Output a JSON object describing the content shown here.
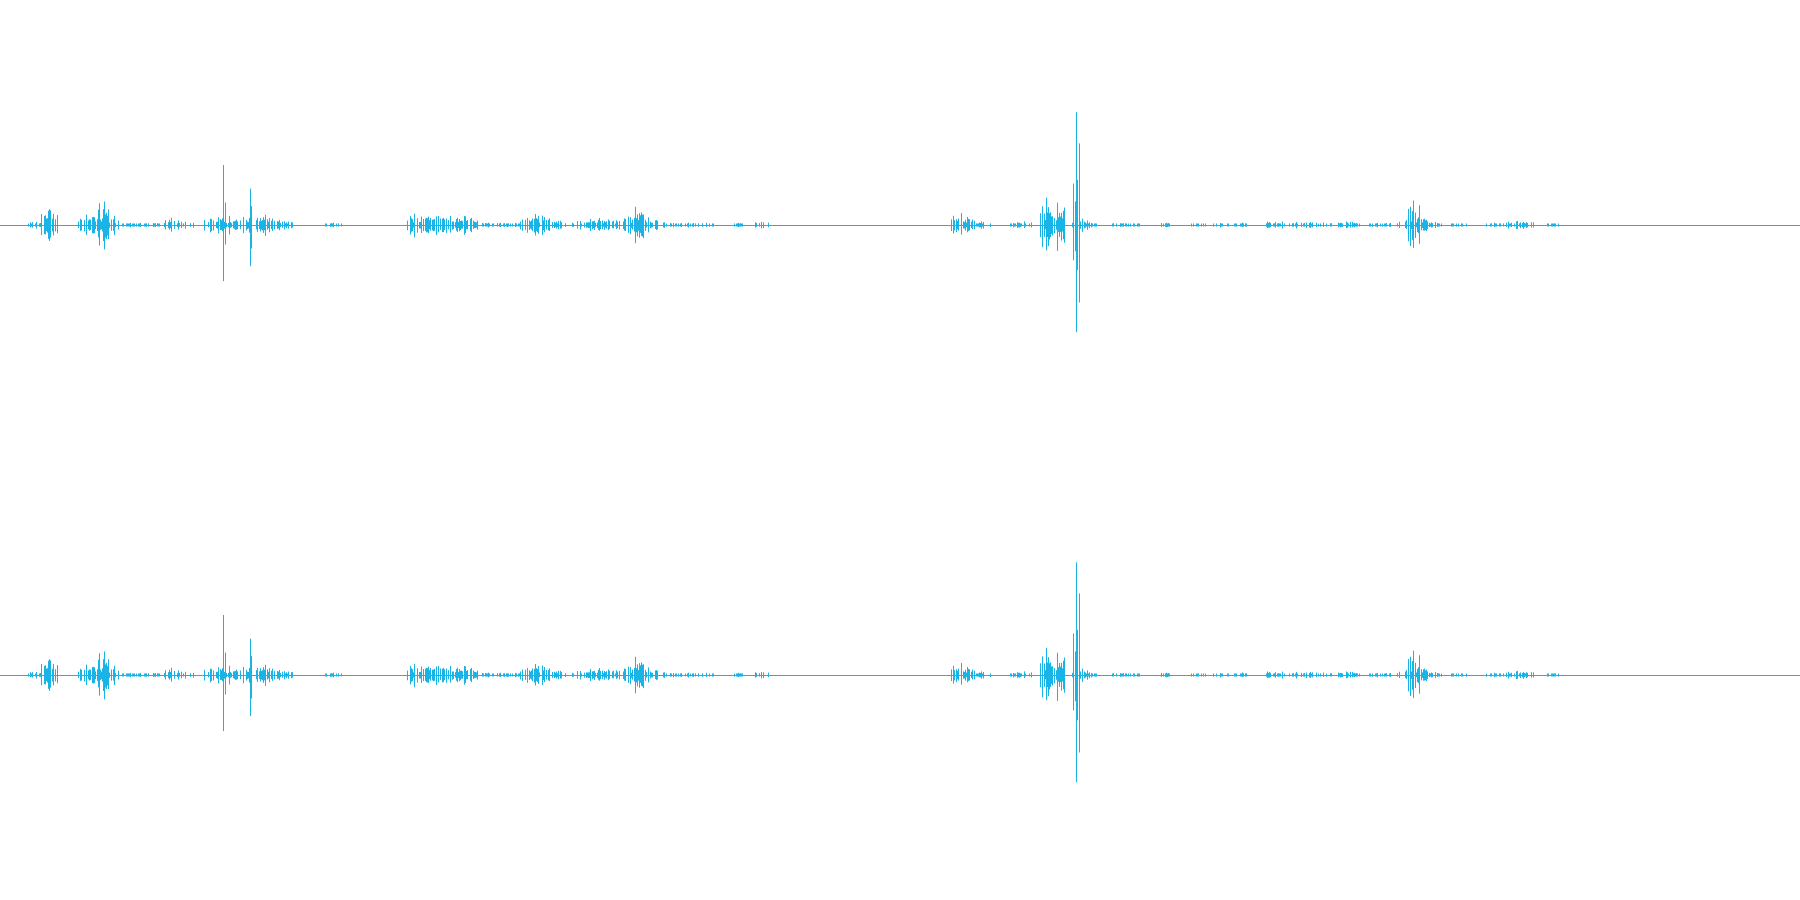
{
  "colors": {
    "waveform": "#1ab3e6",
    "background": "#ffffff"
  },
  "chart_data": {
    "type": "line",
    "title": "",
    "xlabel": "",
    "ylabel": "",
    "ylim": [
      -1,
      1
    ],
    "x_unit": "normalized_time",
    "grid": false,
    "legend": "none",
    "channels": [
      {
        "name": "",
        "events": [
          {
            "t": 0.02,
            "amp": 0.03
          },
          {
            "t": 0.027,
            "amp": 0.16
          },
          {
            "t": 0.028,
            "amp": 0.12
          },
          {
            "t": 0.048,
            "amp": 0.09
          },
          {
            "t": 0.052,
            "amp": 0.07
          },
          {
            "t": 0.055,
            "amp": 0.08
          },
          {
            "t": 0.058,
            "amp": 0.24
          },
          {
            "t": 0.06,
            "amp": 0.13
          },
          {
            "t": 0.063,
            "amp": 0.05
          },
          {
            "t": 0.072,
            "amp": 0.02
          },
          {
            "t": 0.078,
            "amp": 0.02
          },
          {
            "t": 0.085,
            "amp": 0.02
          },
          {
            "t": 0.095,
            "amp": 0.06
          },
          {
            "t": 0.099,
            "amp": 0.04
          },
          {
            "t": 0.103,
            "amp": 0.03
          },
          {
            "t": 0.117,
            "amp": 0.06
          },
          {
            "t": 0.121,
            "amp": 0.08
          },
          {
            "t": 0.124,
            "amp": 0.5
          },
          {
            "t": 0.127,
            "amp": 0.08
          },
          {
            "t": 0.131,
            "amp": 0.05
          },
          {
            "t": 0.135,
            "amp": 0.08
          },
          {
            "t": 0.139,
            "amp": 0.38
          },
          {
            "t": 0.143,
            "amp": 0.06
          },
          {
            "t": 0.147,
            "amp": 0.09
          },
          {
            "t": 0.151,
            "amp": 0.06
          },
          {
            "t": 0.155,
            "amp": 0.05
          },
          {
            "t": 0.158,
            "amp": 0.04
          },
          {
            "t": 0.185,
            "amp": 0.02
          },
          {
            "t": 0.23,
            "amp": 0.1
          },
          {
            "t": 0.234,
            "amp": 0.08
          },
          {
            "t": 0.238,
            "amp": 0.07
          },
          {
            "t": 0.242,
            "amp": 0.09
          },
          {
            "t": 0.246,
            "amp": 0.06
          },
          {
            "t": 0.25,
            "amp": 0.08
          },
          {
            "t": 0.254,
            "amp": 0.07
          },
          {
            "t": 0.258,
            "amp": 0.09
          },
          {
            "t": 0.261,
            "amp": 0.05
          },
          {
            "t": 0.271,
            "amp": 0.02
          },
          {
            "t": 0.278,
            "amp": 0.02
          },
          {
            "t": 0.286,
            "amp": 0.02
          },
          {
            "t": 0.293,
            "amp": 0.07
          },
          {
            "t": 0.297,
            "amp": 0.09
          },
          {
            "t": 0.301,
            "amp": 0.08
          },
          {
            "t": 0.305,
            "amp": 0.06
          },
          {
            "t": 0.31,
            "amp": 0.04
          },
          {
            "t": 0.322,
            "amp": 0.04
          },
          {
            "t": 0.328,
            "amp": 0.05
          },
          {
            "t": 0.333,
            "amp": 0.06
          },
          {
            "t": 0.338,
            "amp": 0.05
          },
          {
            "t": 0.344,
            "amp": 0.04
          },
          {
            "t": 0.35,
            "amp": 0.08
          },
          {
            "t": 0.353,
            "amp": 0.15
          },
          {
            "t": 0.356,
            "amp": 0.11
          },
          {
            "t": 0.36,
            "amp": 0.07
          },
          {
            "t": 0.365,
            "amp": 0.04
          },
          {
            "t": 0.374,
            "amp": 0.02
          },
          {
            "t": 0.382,
            "amp": 0.02
          },
          {
            "t": 0.392,
            "amp": 0.02
          },
          {
            "t": 0.41,
            "amp": 0.02
          },
          {
            "t": 0.423,
            "amp": 0.03
          },
          {
            "t": 0.531,
            "amp": 0.06
          },
          {
            "t": 0.534,
            "amp": 0.1
          },
          {
            "t": 0.537,
            "amp": 0.07
          },
          {
            "t": 0.541,
            "amp": 0.04
          },
          {
            "t": 0.546,
            "amp": 0.03
          },
          {
            "t": 0.563,
            "amp": 0.02
          },
          {
            "t": 0.569,
            "amp": 0.03
          },
          {
            "t": 0.581,
            "amp": 0.24
          },
          {
            "t": 0.584,
            "amp": 0.08
          },
          {
            "t": 0.587,
            "amp": 0.22
          },
          {
            "t": 0.591,
            "amp": 0.05
          },
          {
            "t": 0.596,
            "amp": 0.35
          },
          {
            "t": 0.598,
            "amp": 1.0
          },
          {
            "t": 0.601,
            "amp": 0.06
          },
          {
            "t": 0.606,
            "amp": 0.02
          },
          {
            "t": 0.622,
            "amp": 0.02
          },
          {
            "t": 0.63,
            "amp": 0.01
          },
          {
            "t": 0.648,
            "amp": 0.02
          },
          {
            "t": 0.665,
            "amp": 0.01
          },
          {
            "t": 0.678,
            "amp": 0.02
          },
          {
            "t": 0.69,
            "amp": 0.02
          },
          {
            "t": 0.704,
            "amp": 0.03
          },
          {
            "t": 0.712,
            "amp": 0.03
          },
          {
            "t": 0.72,
            "amp": 0.03
          },
          {
            "t": 0.728,
            "amp": 0.03
          },
          {
            "t": 0.735,
            "amp": 0.02
          },
          {
            "t": 0.748,
            "amp": 0.03
          },
          {
            "t": 0.752,
            "amp": 0.02
          },
          {
            "t": 0.765,
            "amp": 0.02
          },
          {
            "t": 0.772,
            "amp": 0.02
          },
          {
            "t": 0.781,
            "amp": 0.04
          },
          {
            "t": 0.785,
            "amp": 0.21
          },
          {
            "t": 0.788,
            "amp": 0.07
          },
          {
            "t": 0.792,
            "amp": 0.05
          },
          {
            "t": 0.797,
            "amp": 0.03
          },
          {
            "t": 0.81,
            "amp": 0.01
          },
          {
            "t": 0.83,
            "amp": 0.02
          },
          {
            "t": 0.838,
            "amp": 0.03
          },
          {
            "t": 0.843,
            "amp": 0.04
          },
          {
            "t": 0.848,
            "amp": 0.03
          },
          {
            "t": 0.863,
            "amp": 0.01
          }
        ]
      },
      {
        "name": "",
        "events": [
          {
            "t": 0.02,
            "amp": 0.03
          },
          {
            "t": 0.027,
            "amp": 0.16
          },
          {
            "t": 0.028,
            "amp": 0.12
          },
          {
            "t": 0.048,
            "amp": 0.09
          },
          {
            "t": 0.052,
            "amp": 0.07
          },
          {
            "t": 0.055,
            "amp": 0.08
          },
          {
            "t": 0.058,
            "amp": 0.24
          },
          {
            "t": 0.06,
            "amp": 0.13
          },
          {
            "t": 0.063,
            "amp": 0.05
          },
          {
            "t": 0.072,
            "amp": 0.02
          },
          {
            "t": 0.078,
            "amp": 0.02
          },
          {
            "t": 0.085,
            "amp": 0.02
          },
          {
            "t": 0.095,
            "amp": 0.06
          },
          {
            "t": 0.099,
            "amp": 0.04
          },
          {
            "t": 0.103,
            "amp": 0.03
          },
          {
            "t": 0.117,
            "amp": 0.06
          },
          {
            "t": 0.121,
            "amp": 0.08
          },
          {
            "t": 0.124,
            "amp": 0.5
          },
          {
            "t": 0.127,
            "amp": 0.08
          },
          {
            "t": 0.131,
            "amp": 0.05
          },
          {
            "t": 0.135,
            "amp": 0.08
          },
          {
            "t": 0.139,
            "amp": 0.38
          },
          {
            "t": 0.143,
            "amp": 0.06
          },
          {
            "t": 0.147,
            "amp": 0.09
          },
          {
            "t": 0.151,
            "amp": 0.06
          },
          {
            "t": 0.155,
            "amp": 0.05
          },
          {
            "t": 0.158,
            "amp": 0.04
          },
          {
            "t": 0.185,
            "amp": 0.02
          },
          {
            "t": 0.23,
            "amp": 0.1
          },
          {
            "t": 0.234,
            "amp": 0.08
          },
          {
            "t": 0.238,
            "amp": 0.07
          },
          {
            "t": 0.242,
            "amp": 0.09
          },
          {
            "t": 0.246,
            "amp": 0.06
          },
          {
            "t": 0.25,
            "amp": 0.08
          },
          {
            "t": 0.254,
            "amp": 0.07
          },
          {
            "t": 0.258,
            "amp": 0.09
          },
          {
            "t": 0.261,
            "amp": 0.05
          },
          {
            "t": 0.271,
            "amp": 0.02
          },
          {
            "t": 0.278,
            "amp": 0.02
          },
          {
            "t": 0.286,
            "amp": 0.02
          },
          {
            "t": 0.293,
            "amp": 0.07
          },
          {
            "t": 0.297,
            "amp": 0.09
          },
          {
            "t": 0.301,
            "amp": 0.08
          },
          {
            "t": 0.305,
            "amp": 0.06
          },
          {
            "t": 0.31,
            "amp": 0.04
          },
          {
            "t": 0.322,
            "amp": 0.04
          },
          {
            "t": 0.328,
            "amp": 0.05
          },
          {
            "t": 0.333,
            "amp": 0.06
          },
          {
            "t": 0.338,
            "amp": 0.05
          },
          {
            "t": 0.344,
            "amp": 0.04
          },
          {
            "t": 0.35,
            "amp": 0.08
          },
          {
            "t": 0.353,
            "amp": 0.15
          },
          {
            "t": 0.356,
            "amp": 0.11
          },
          {
            "t": 0.36,
            "amp": 0.07
          },
          {
            "t": 0.365,
            "amp": 0.04
          },
          {
            "t": 0.374,
            "amp": 0.02
          },
          {
            "t": 0.382,
            "amp": 0.02
          },
          {
            "t": 0.392,
            "amp": 0.02
          },
          {
            "t": 0.41,
            "amp": 0.02
          },
          {
            "t": 0.423,
            "amp": 0.03
          },
          {
            "t": 0.531,
            "amp": 0.06
          },
          {
            "t": 0.534,
            "amp": 0.1
          },
          {
            "t": 0.537,
            "amp": 0.07
          },
          {
            "t": 0.541,
            "amp": 0.04
          },
          {
            "t": 0.546,
            "amp": 0.03
          },
          {
            "t": 0.563,
            "amp": 0.02
          },
          {
            "t": 0.569,
            "amp": 0.03
          },
          {
            "t": 0.581,
            "amp": 0.24
          },
          {
            "t": 0.584,
            "amp": 0.08
          },
          {
            "t": 0.587,
            "amp": 0.22
          },
          {
            "t": 0.591,
            "amp": 0.05
          },
          {
            "t": 0.596,
            "amp": 0.35
          },
          {
            "t": 0.598,
            "amp": 1.0
          },
          {
            "t": 0.601,
            "amp": 0.06
          },
          {
            "t": 0.606,
            "amp": 0.02
          },
          {
            "t": 0.622,
            "amp": 0.02
          },
          {
            "t": 0.63,
            "amp": 0.01
          },
          {
            "t": 0.648,
            "amp": 0.02
          },
          {
            "t": 0.665,
            "amp": 0.01
          },
          {
            "t": 0.678,
            "amp": 0.02
          },
          {
            "t": 0.69,
            "amp": 0.02
          },
          {
            "t": 0.704,
            "amp": 0.03
          },
          {
            "t": 0.712,
            "amp": 0.03
          },
          {
            "t": 0.72,
            "amp": 0.03
          },
          {
            "t": 0.728,
            "amp": 0.03
          },
          {
            "t": 0.735,
            "amp": 0.02
          },
          {
            "t": 0.748,
            "amp": 0.03
          },
          {
            "t": 0.752,
            "amp": 0.02
          },
          {
            "t": 0.765,
            "amp": 0.02
          },
          {
            "t": 0.772,
            "amp": 0.02
          },
          {
            "t": 0.781,
            "amp": 0.04
          },
          {
            "t": 0.785,
            "amp": 0.21
          },
          {
            "t": 0.788,
            "amp": 0.07
          },
          {
            "t": 0.792,
            "amp": 0.05
          },
          {
            "t": 0.797,
            "amp": 0.03
          },
          {
            "t": 0.81,
            "amp": 0.01
          },
          {
            "t": 0.83,
            "amp": 0.02
          },
          {
            "t": 0.838,
            "amp": 0.03
          },
          {
            "t": 0.843,
            "amp": 0.04
          },
          {
            "t": 0.848,
            "amp": 0.03
          },
          {
            "t": 0.863,
            "amp": 0.01
          }
        ]
      }
    ]
  }
}
